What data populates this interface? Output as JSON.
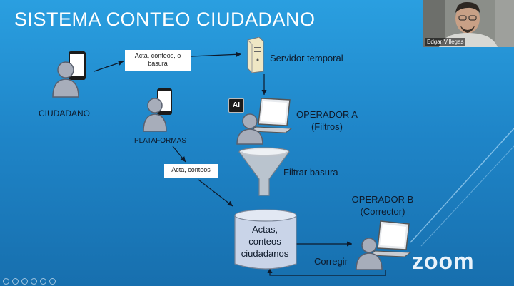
{
  "slide": {
    "title": "SISTEMA CONTEO CIUDADANO",
    "nodes": {
      "ciudadano": "CIUDADANO",
      "plataformas": "PLATAFORMAS",
      "servidor": "Servidor temporal",
      "operador_a_title": "OPERADOR A",
      "operador_a_sub": "(Filtros)",
      "filtrar": "Filtrar basura",
      "operador_b_title": "OPERADOR B",
      "operador_b_sub": "(Corrector)",
      "corregir": "Corregir",
      "ai_badge": "AI"
    },
    "database_lines": [
      "Actas,",
      "conteos",
      "ciudadanos"
    ],
    "notes": {
      "note_1_line1": "Acta, conteos, o",
      "note_1_line2": "basura",
      "note_2": "Acta, conteos"
    }
  },
  "video": {
    "participant_name": "Edgar Villegas",
    "brand": "zoom"
  },
  "colors": {
    "accent_blue": "#1f86c9",
    "person_fill": "#a7adba",
    "database_fill": "#c9d4e8"
  }
}
